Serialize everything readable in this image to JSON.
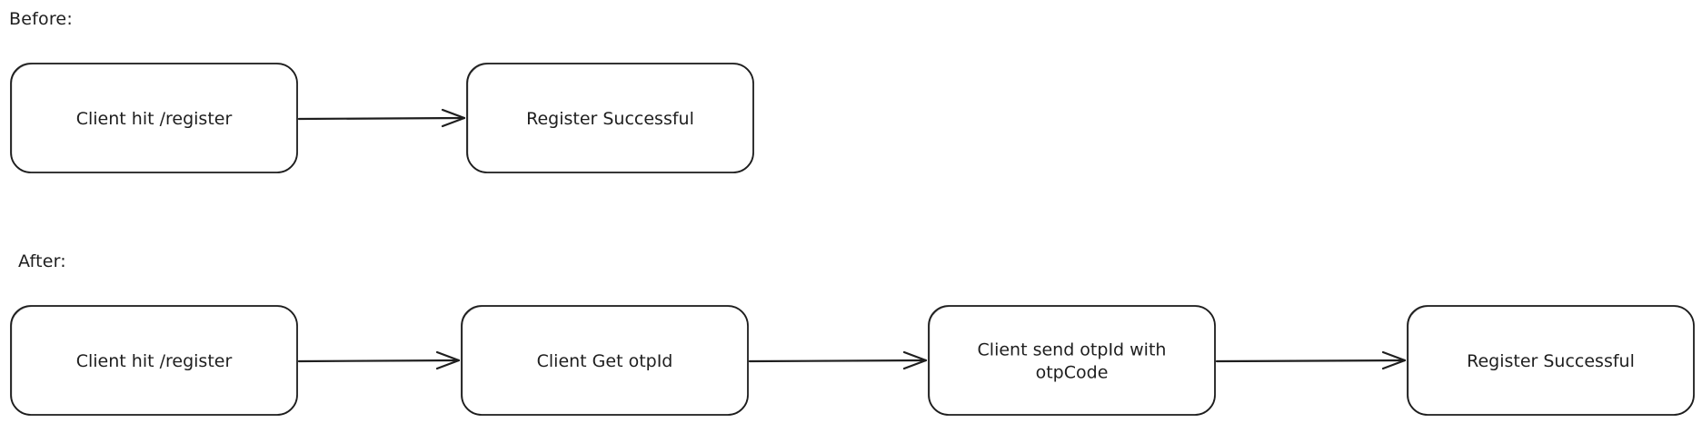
{
  "sections": {
    "before": {
      "label": "Before:",
      "nodes": [
        {
          "id": "b1",
          "lines": [
            "Client hit /register"
          ]
        },
        {
          "id": "b2",
          "lines": [
            "Register Successful"
          ]
        }
      ],
      "edges": [
        {
          "from": "b1",
          "to": "b2"
        }
      ]
    },
    "after": {
      "label": "After:",
      "nodes": [
        {
          "id": "a1",
          "lines": [
            "Client hit /register"
          ]
        },
        {
          "id": "a2",
          "lines": [
            "Client Get otpId"
          ]
        },
        {
          "id": "a3",
          "lines": [
            "Client send otpId with",
            "otpCode"
          ]
        },
        {
          "id": "a4",
          "lines": [
            "Register Successful"
          ]
        }
      ],
      "edges": [
        {
          "from": "a1",
          "to": "a2"
        },
        {
          "from": "a2",
          "to": "a3"
        },
        {
          "from": "a3",
          "to": "a4"
        }
      ]
    }
  },
  "colors": {
    "stroke": "#1e1e1e",
    "fill": "#ffffff"
  }
}
